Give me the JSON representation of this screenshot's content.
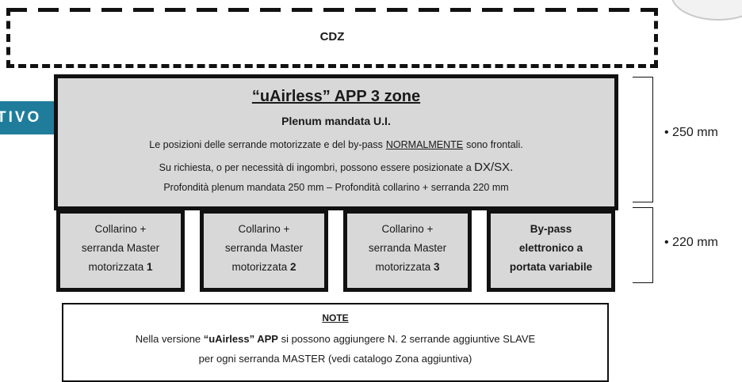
{
  "cdz": {
    "label": "CDZ"
  },
  "side_tab": {
    "text": "TIVO"
  },
  "plenum": {
    "title": "“uAirless” APP 3 zone",
    "subtitle": "Plenum mandata U.I.",
    "line1_a": "Le posizioni delle serrande motorizzate e del by-pass",
    "line1_b": "NORMALMENTE",
    "line1_c": "sono frontali.",
    "line2_a": "Su richiesta, o per necessità di ingombri, possono essere posizionate a",
    "line2_b": "DX/SX.",
    "line3": "Profondità plenum mandata 250 mm – Profondità collarino + serranda 220 mm"
  },
  "boxes": [
    {
      "line1": "Collarino +",
      "line2": "serranda Master",
      "line3": "motorizzata",
      "num": "1"
    },
    {
      "line1": "Collarino +",
      "line2": "serranda Master",
      "line3": "motorizzata",
      "num": "2"
    },
    {
      "line1": "Collarino +",
      "line2": "serranda Master",
      "line3": "motorizzata",
      "num": "3"
    },
    {
      "line1": "By-pass",
      "line2": "elettronico a",
      "line3": "portata variabile",
      "num": ""
    }
  ],
  "dimensions": {
    "upper": "• 250 mm",
    "lower": "• 220 mm"
  },
  "note": {
    "title": "NOTE",
    "line1_a": "Nella versione",
    "line1_b": "“uAirless” APP",
    "line1_c": "si possono aggiungere N. 2 serrande aggiuntive SLAVE",
    "line2": "per ogni serranda MASTER (vedi catalogo Zona aggiuntiva)"
  },
  "colors": {
    "tab": "#1f7d9b",
    "box_fill": "#d8d8d8",
    "border": "#111111"
  }
}
